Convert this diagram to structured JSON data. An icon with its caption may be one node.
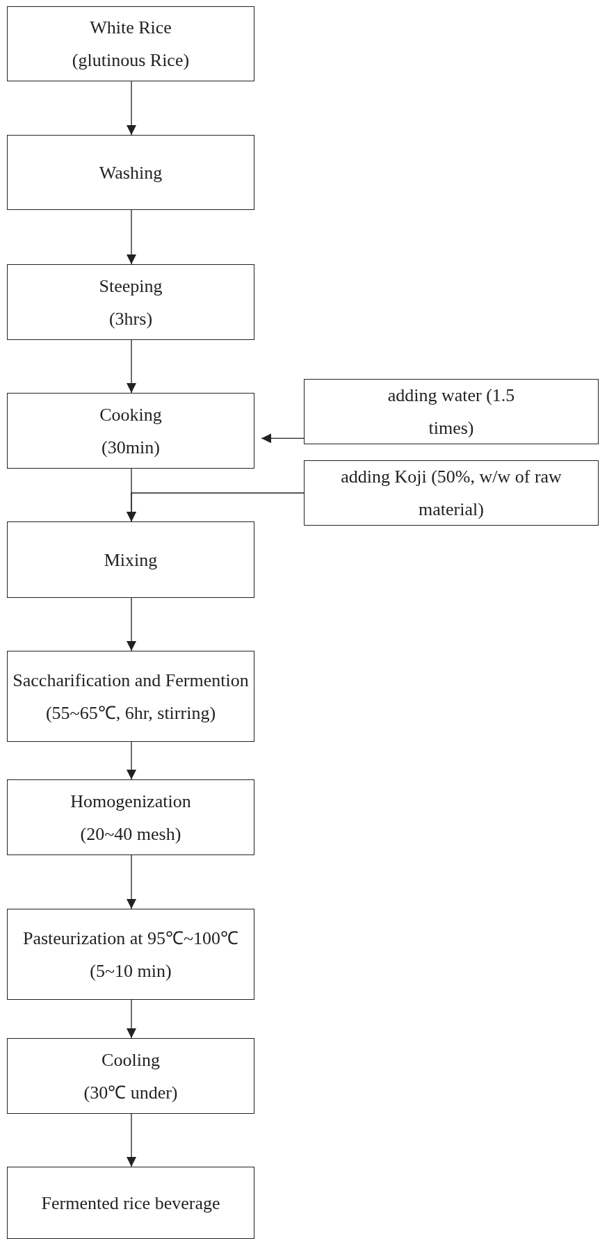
{
  "diagram": {
    "nodes": [
      {
        "text": [
          "White Rice (glutinous Rice)"
        ]
      },
      {
        "text": [
          "Washing"
        ]
      },
      {
        "text": [
          "Steeping (3hrs)"
        ]
      },
      {
        "text": [
          "Cooking (30min)"
        ]
      },
      {
        "text": [
          "Mixing"
        ]
      },
      {
        "text": [
          "Saccharification and Fermention (55~65℃, 6hr, stirring)"
        ]
      },
      {
        "text": [
          "Homogenization (20~40 mesh)"
        ]
      },
      {
        "text": [
          "Pasteurization at 95℃~100℃ (5~10 min)"
        ]
      },
      {
        "text": [
          "Cooling (30℃ under)"
        ]
      },
      {
        "text": [
          "Fermented rice beverage"
        ]
      },
      {
        "text": [
          "adding water (1.5 times)"
        ]
      },
      {
        "text": [
          "adding Koji (50%, w/w of raw material)"
        ]
      }
    ],
    "edges": [
      {
        "from": 0,
        "to": 1,
        "arrow": "to"
      },
      {
        "from": 1,
        "to": 2,
        "arrow": "to"
      },
      {
        "from": 2,
        "to": 3,
        "arrow": "to"
      },
      {
        "from": 3,
        "to": 4,
        "arrow": "to"
      },
      {
        "from": 4,
        "to": 5,
        "arrow": "to"
      },
      {
        "from": 5,
        "to": 6,
        "arrow": "to"
      },
      {
        "from": 6,
        "to": 7,
        "arrow": "to"
      },
      {
        "from": 7,
        "to": 8,
        "arrow": "to"
      },
      {
        "from": 8,
        "to": 9,
        "arrow": "to"
      },
      {
        "from": 10,
        "to": 3,
        "arrow": "to"
      },
      {
        "from": 11,
        "to": 4,
        "arrow": "to"
      }
    ]
  }
}
